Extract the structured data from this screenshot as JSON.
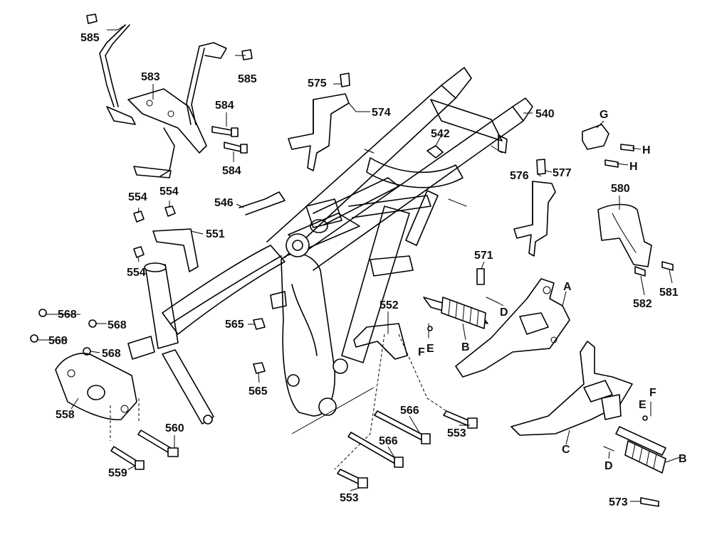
{
  "diagram": {
    "labels": {
      "l540": "540",
      "l542": "542",
      "l546": "546",
      "l551": "551",
      "l552": "552",
      "l553a": "553",
      "l553b": "553",
      "l554a": "554",
      "l554b": "554",
      "l554c": "554",
      "l558": "558",
      "l559": "559",
      "l560": "560",
      "l565a": "565",
      "l565b": "565",
      "l566a": "566",
      "l566b": "566",
      "l568a": "568",
      "l568b": "568",
      "l568c": "568",
      "l568d": "568",
      "l571": "571",
      "l573": "573",
      "l574": "574",
      "l575": "575",
      "l576": "576",
      "l577": "577",
      "l580": "580",
      "l581": "581",
      "l582": "582",
      "l583": "583",
      "l584a": "584",
      "l584b": "584",
      "l585a": "585",
      "l585b": "585",
      "lA": "A",
      "lB1": "B",
      "lB2": "B",
      "lC": "C",
      "lD1": "D",
      "lD2": "D",
      "lE1": "E",
      "lE2": "E",
      "lF1": "F",
      "lF2": "F",
      "lG": "G",
      "lH1": "H",
      "lH2": "H"
    }
  }
}
